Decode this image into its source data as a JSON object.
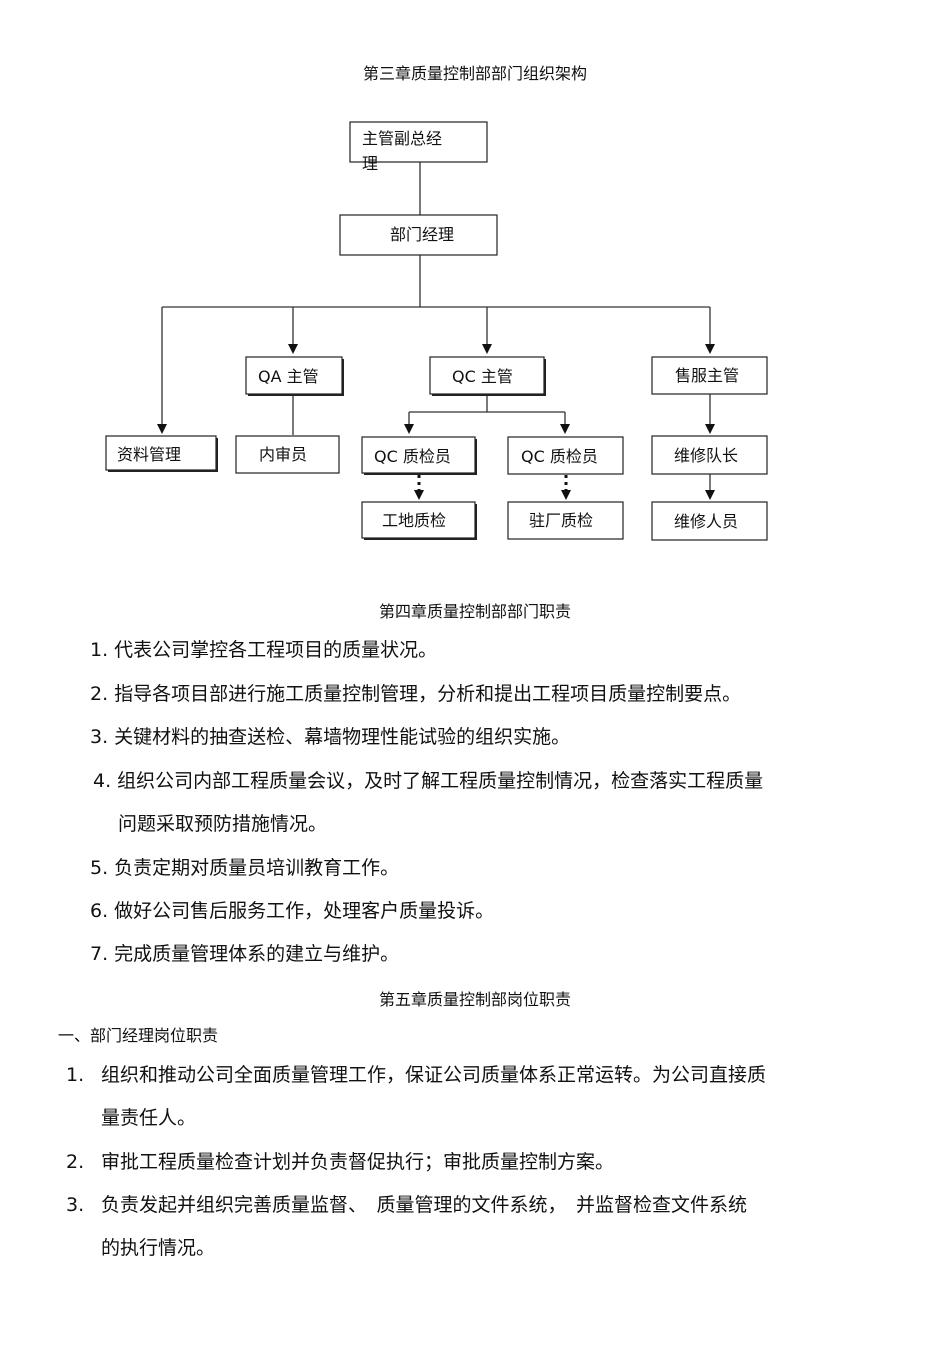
{
  "chapter3_title": "第三章质量控制部部门组织架构",
  "org": {
    "vp": [
      "主管副总经",
      "理"
    ],
    "manager": "部门经理",
    "records": "资料管理",
    "qa_lead": "QA 主管",
    "qc_lead": "QC 主管",
    "service_lead": "售服主管",
    "internal_auditor": "内审员",
    "qc_inspector_1": "QC 质检员",
    "qc_inspector_2": "QC 质检员",
    "repair_team_lead": "维修队长",
    "site_inspection": "工地质检",
    "factory_inspection": "驻厂质检",
    "repair_staff": "维修人员"
  },
  "chapter4_title": "第四章质量控制部部门职责",
  "chapter4_items": [
    "1. 代表公司掌控各工程项目的质量状况。",
    "2. 指导各项目部进行施工质量控制管理，分析和提出工程项目质量控制要点。",
    "3. 关键材料的抽查送检、幕墙物理性能试验的组织实施。",
    "4. 组织公司内部工程质量会议，及时了解工程质量控制情况，检查落实工程质量",
    "问题采取预防措施情况。",
    "5. 负责定期对质量员培训教育工作。",
    "6. 做好公司售后服务工作，处理客户质量投诉。",
    "7. 完成质量管理体系的建立与维护。"
  ],
  "chapter5_title": "第五章质量控制部岗位职责",
  "section1_title": "一、部门经理岗位职责",
  "section1_items": [
    {
      "num": "1.",
      "lines": [
        "组织和推动公司全面质量管理工作，保证公司质量体系正常运转。为公司直接质",
        "量责任人。"
      ]
    },
    {
      "num": "2.",
      "lines": [
        "审批工程质量检查计划并负责督促执行；审批质量控制方案。"
      ]
    },
    {
      "num": "3.",
      "lines": [
        "负责发起并组织完善质量监督、　质量管理的文件系统，　并监督检查文件系统",
        "的执行情况。"
      ]
    }
  ]
}
